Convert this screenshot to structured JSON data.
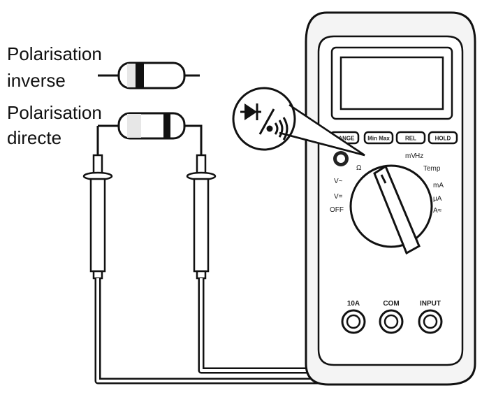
{
  "labels": {
    "reverse": [
      "Polarisation",
      "inverse"
    ],
    "forward": [
      "Polarisation",
      "directe"
    ]
  },
  "meter": {
    "function_buttons": [
      "RANGE",
      "Min Max",
      "REL",
      "HOLD"
    ],
    "dial_marks": [
      "Ω",
      "V~",
      "V=",
      "OFF",
      "mV",
      "Temp",
      "mA",
      "μA",
      "A≈",
      "Hz"
    ],
    "jacks": [
      "10A",
      "COM",
      "INPUT"
    ]
  },
  "callout_symbols": {
    "diode": "diode-icon",
    "continuity": "continuity-beep-icon"
  }
}
